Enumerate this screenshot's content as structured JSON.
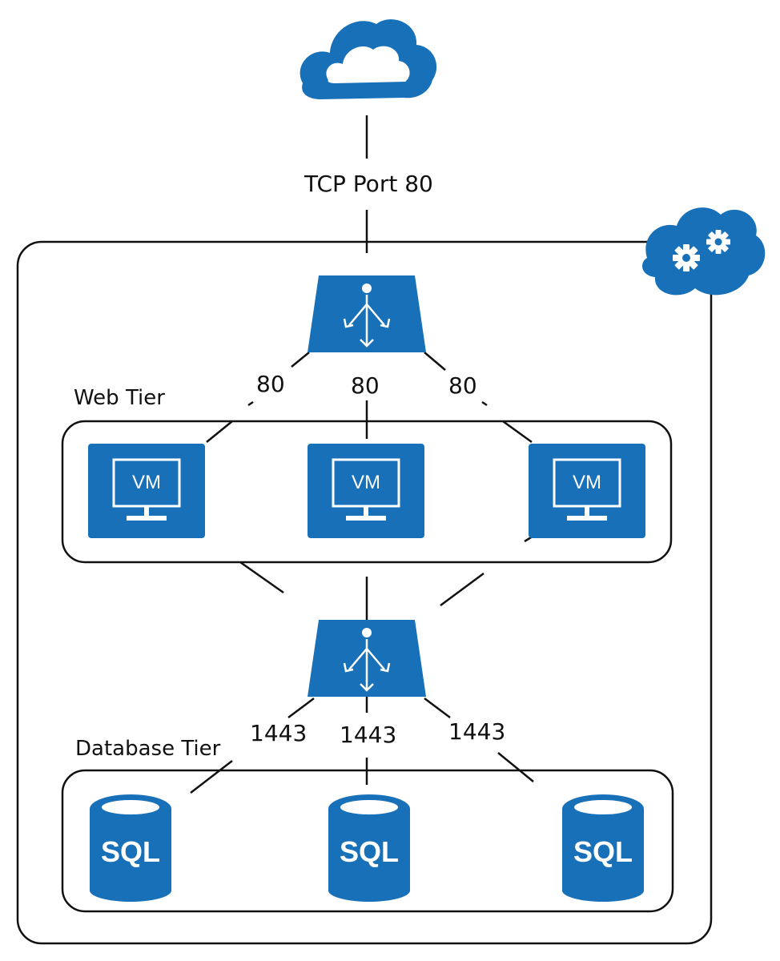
{
  "internet": {
    "icon": "cloud-icon",
    "link_label": "TCP Port 80"
  },
  "vnet": {
    "icon": "cloud-gear-icon"
  },
  "web_tier": {
    "label": "Web Tier",
    "load_balancer_icon": "load-balancer-icon",
    "ports": [
      "80",
      "80",
      "80"
    ],
    "vms": [
      {
        "label": "VM"
      },
      {
        "label": "VM"
      },
      {
        "label": "VM"
      }
    ]
  },
  "database_tier": {
    "label": "Database Tier",
    "load_balancer_icon": "load-balancer-icon",
    "ports": [
      "1443",
      "1443",
      "1443"
    ],
    "databases": [
      {
        "label": "SQL"
      },
      {
        "label": "SQL"
      },
      {
        "label": "SQL"
      }
    ]
  },
  "colors": {
    "icon_blue": "#1770b8",
    "line": "#111111"
  }
}
